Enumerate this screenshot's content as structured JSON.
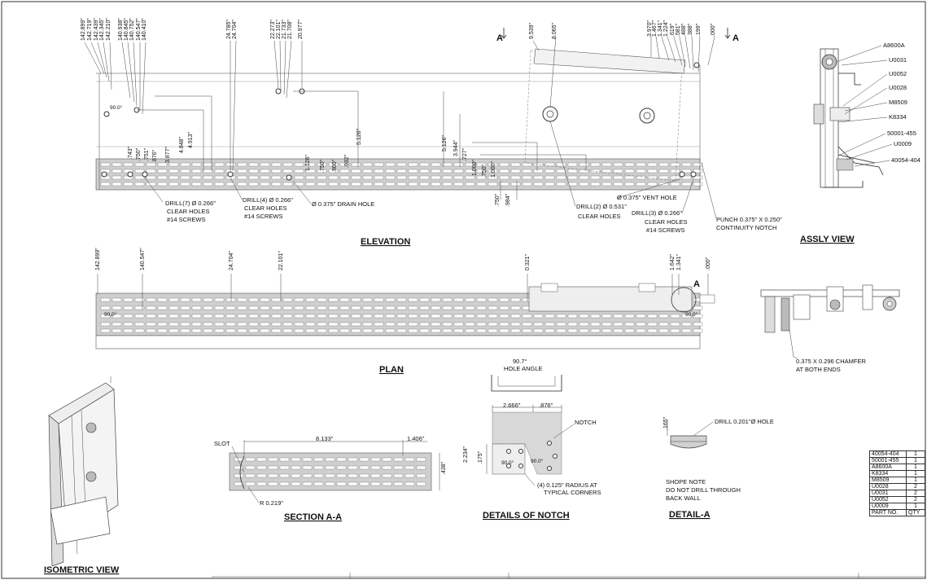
{
  "views": {
    "elevation": "ELEVATION",
    "plan": "PLAN",
    "assy": "ASSLY VIEW",
    "section": "SECTION A-A",
    "notch_details": "DETAILS OF NOTCH",
    "detail_a": "DETAIL-A",
    "isometric": "ISOMETRIC VIEW"
  },
  "section_markers": {
    "left": "A",
    "right": "A",
    "plan": "A"
  },
  "elevation": {
    "top_dims_left": [
      "142.899\"",
      "142.719\"",
      "142.439\"",
      "142.345\"",
      "142.210\"",
      "140.938\"",
      "140.845\"",
      "140.752\"",
      "140.547\"",
      "140.410\""
    ],
    "top_dims_mid": [
      "24.785\"",
      "24.704\"",
      "22.273\"",
      "22.101\"",
      "21.733\"",
      "21.708\"",
      "20.977\""
    ],
    "top_dims_right_a": [
      "9.539\"",
      "8.065\""
    ],
    "top_dims_right_b": [
      "3.970\"",
      "1.467\"",
      "1.341\"",
      "1.224\"",
      ".619\"",
      ".581\"",
      ".488\"",
      ".388\"",
      ".199\"",
      ".000\""
    ],
    "vert_dims": [
      ".743\"",
      ".750\"",
      ".751\"",
      ".876\"",
      "3.877\"",
      "4.848\"",
      "4.913\"",
      "1.126\"",
      ".750\"",
      ".900\"",
      ".932\"",
      "5.126\"",
      "5.126\"",
      "3.944\"",
      ".727\"",
      "1.000\"",
      ".750\"",
      "1.000\"",
      ".750\"",
      ".984\""
    ],
    "angle": "90.0°",
    "notes": {
      "drill7_a": "DRILL(7) Ø 0.266\"",
      "drill7_b": "CLEAR HOLES",
      "drill7_c": "#14 SCREWS",
      "drill4_a": "DRILL(4) Ø 0.266\"",
      "drill4_b": "CLEAR HOLES",
      "drill4_c": "#14 SCREWS",
      "drain": "Ø 0.375\" DRAIN HOLE",
      "drill2_a": "DRILL(2) Ø 0.531\"",
      "drill2_b": "CLEAR HOLES",
      "vent": "Ø 0.375\" VENT HOLE",
      "drill3_a": "DRILL(3) Ø 0.266\"",
      "drill3_b": "CLEAR HOLES",
      "drill3_c": "#14 SCREWS",
      "punch_a": "PUNCH 0.375\" X 0.250\"",
      "punch_b": "CONTINUITY NOTCH"
    }
  },
  "plan": {
    "top_dims": [
      "142.899\"",
      "140.547\"",
      "24.704\"",
      "22.101\"",
      "0.321\"",
      "1.642\"",
      "1.341\"",
      ".000\""
    ],
    "angle_a": "90.0°",
    "angle_b": "90.0°"
  },
  "assy": {
    "callouts": [
      "A8600A",
      "U0031",
      "U0052",
      "U0028",
      "M8509",
      "K8334",
      "50001-455",
      "U0009",
      "40054-404"
    ],
    "chamfer_a": "0.375 X 0.296 CHAMFER",
    "chamfer_b": "AT BOTH ENDS"
  },
  "section": {
    "slot": "SLOT",
    "len": "8.133\"",
    "end": "1.406\"",
    "height": ".438\"",
    "radius": "R 0.219\""
  },
  "notch": {
    "hole_angle_val": "90.7°",
    "hole_angle": "HOLE ANGLE",
    "w1": "2.666\"",
    "w2": ".876\"",
    "notch": "NOTCH",
    "h1": "2.234\"",
    "h2": ".175\"",
    "a1": "90.0°",
    "a2": "90.0°",
    "radius_a": "(4) 0.125\" RADIUS AT",
    "radius_b": "TYPICAL CORNERS"
  },
  "detail_a": {
    "dim": ".165\"",
    "drill": "DRILL 0.201\"Ø HOLE",
    "note_title": "SHOPE NOTE",
    "note_a": "DO NOT DRILL THROUGH",
    "note_b": "BACK WALL"
  },
  "bom": {
    "rows": [
      {
        "part": "40054-404",
        "qty": "1"
      },
      {
        "part": "50001-455",
        "qty": "1"
      },
      {
        "part": "A8600A",
        "qty": "1"
      },
      {
        "part": "K8334",
        "qty": "1"
      },
      {
        "part": "M8509",
        "qty": "1"
      },
      {
        "part": "U0028",
        "qty": "2"
      },
      {
        "part": "U0031",
        "qty": "2"
      },
      {
        "part": "U0052",
        "qty": "2"
      },
      {
        "part": "U0009",
        "qty": "1"
      }
    ],
    "head_part": "PART NO.",
    "head_qty": "QTY"
  }
}
